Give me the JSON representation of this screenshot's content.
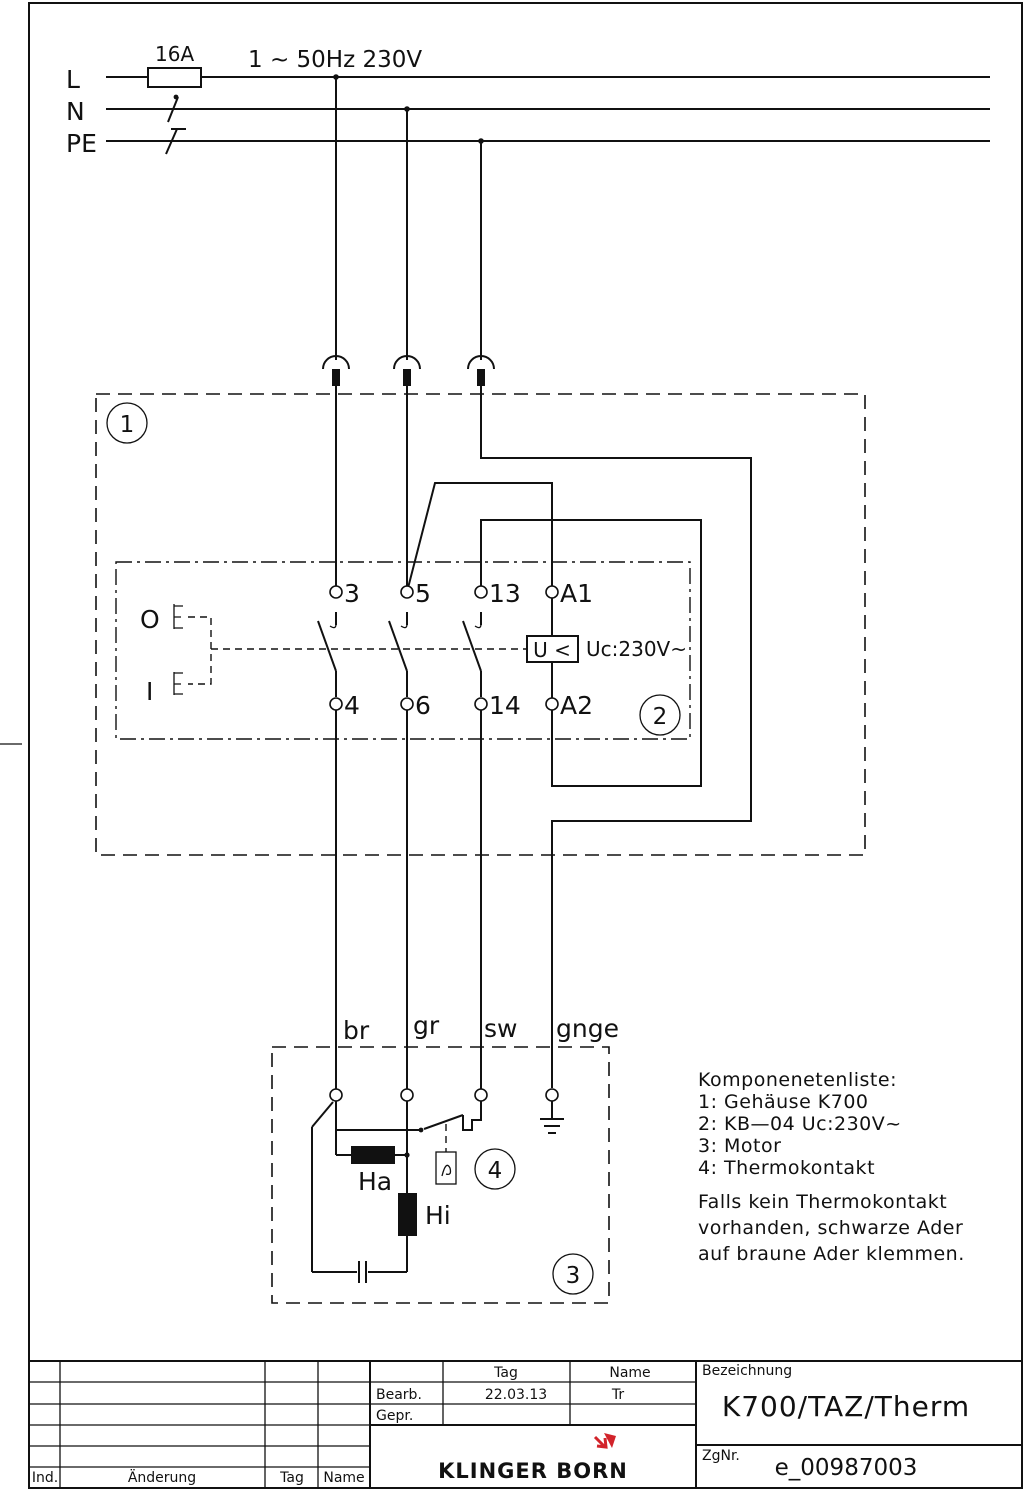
{
  "supply": {
    "lines": [
      "L",
      "N",
      "PE"
    ],
    "fuse_rating": "16A",
    "spec": "1 ~ 50Hz  230V"
  },
  "components": {
    "housing_number": "1",
    "switch_number": "2",
    "motor_number": "3",
    "thermo_number": "4"
  },
  "switch": {
    "off_symbol": "O",
    "on_symbol": "I",
    "terminals_top": [
      "3",
      "5",
      "13",
      "A1"
    ],
    "terminals_bottom": [
      "4",
      "6",
      "14",
      "A2"
    ],
    "undervoltage_symbol": "U <",
    "coil_rating": "Uc:230V~"
  },
  "wires": {
    "colors": [
      "br",
      "gr",
      "sw",
      "gnge"
    ]
  },
  "motor": {
    "main_winding": "Ha",
    "aux_winding": "Hi"
  },
  "component_list": {
    "heading": "Komponenetenliste:",
    "items": [
      "1:  Gehäuse  K700",
      "2:  KB—04  Uc:230V~",
      "3:  Motor",
      "4:  Thermokontakt"
    ],
    "note_lines": [
      "Falls  kein  Thermokontakt",
      "vorhanden,  schwarze  Ader",
      "auf  braune  Ader  klemmen."
    ]
  },
  "title_block": {
    "col_index": "Ind.",
    "col_change": "Änderung",
    "col_day": "Tag",
    "col_name": "Name",
    "head_day": "Tag",
    "head_name": "Name",
    "row_edited": "Bearb.",
    "row_checked": "Gepr.",
    "edited_date": "22.03.13",
    "edited_by": "Tr",
    "designation_label": "Bezeichnung",
    "designation": "K700/TAZ/Therm",
    "drawing_no_label": "ZgNr.",
    "drawing_no": "e_00987003",
    "company": "KLINGER BORN"
  }
}
